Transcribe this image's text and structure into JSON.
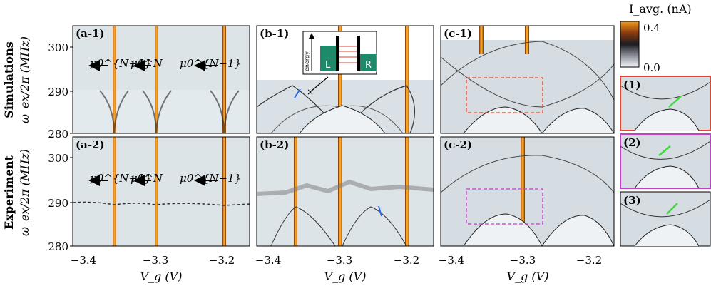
{
  "figure": {
    "row_labels": [
      "Simulations",
      "Experiment"
    ],
    "ylabel": "ω_ex/2π (MHz)",
    "xlabel": "V_g (V)",
    "xticks": [
      "−3.4",
      "−3.3",
      "−3.2"
    ],
    "yticks": [
      "300",
      "290",
      "280"
    ],
    "panels": [
      "(a-1)",
      "(b-1)",
      "(c-1)",
      "(a-2)",
      "(b-2)",
      "(c-2)"
    ],
    "zoom_panels": [
      "(1)",
      "(2)",
      "(3)"
    ],
    "mu_labels": [
      "μ0^{N+1}",
      "μ0^N",
      "μ0^{N−1}"
    ],
    "colorbar": {
      "label": "I_avg. (nA)",
      "max": "0.4",
      "min": "0.0"
    },
    "inset": {
      "energy": "energy",
      "left": "L",
      "right": "R"
    }
  },
  "colors": {
    "resonance": "#f39c1f",
    "red_box": "#e0452f",
    "magenta_box": "#c040c8",
    "green_arrow": "#3ddb3d",
    "blue_arrow": "#2a6cf0"
  }
}
